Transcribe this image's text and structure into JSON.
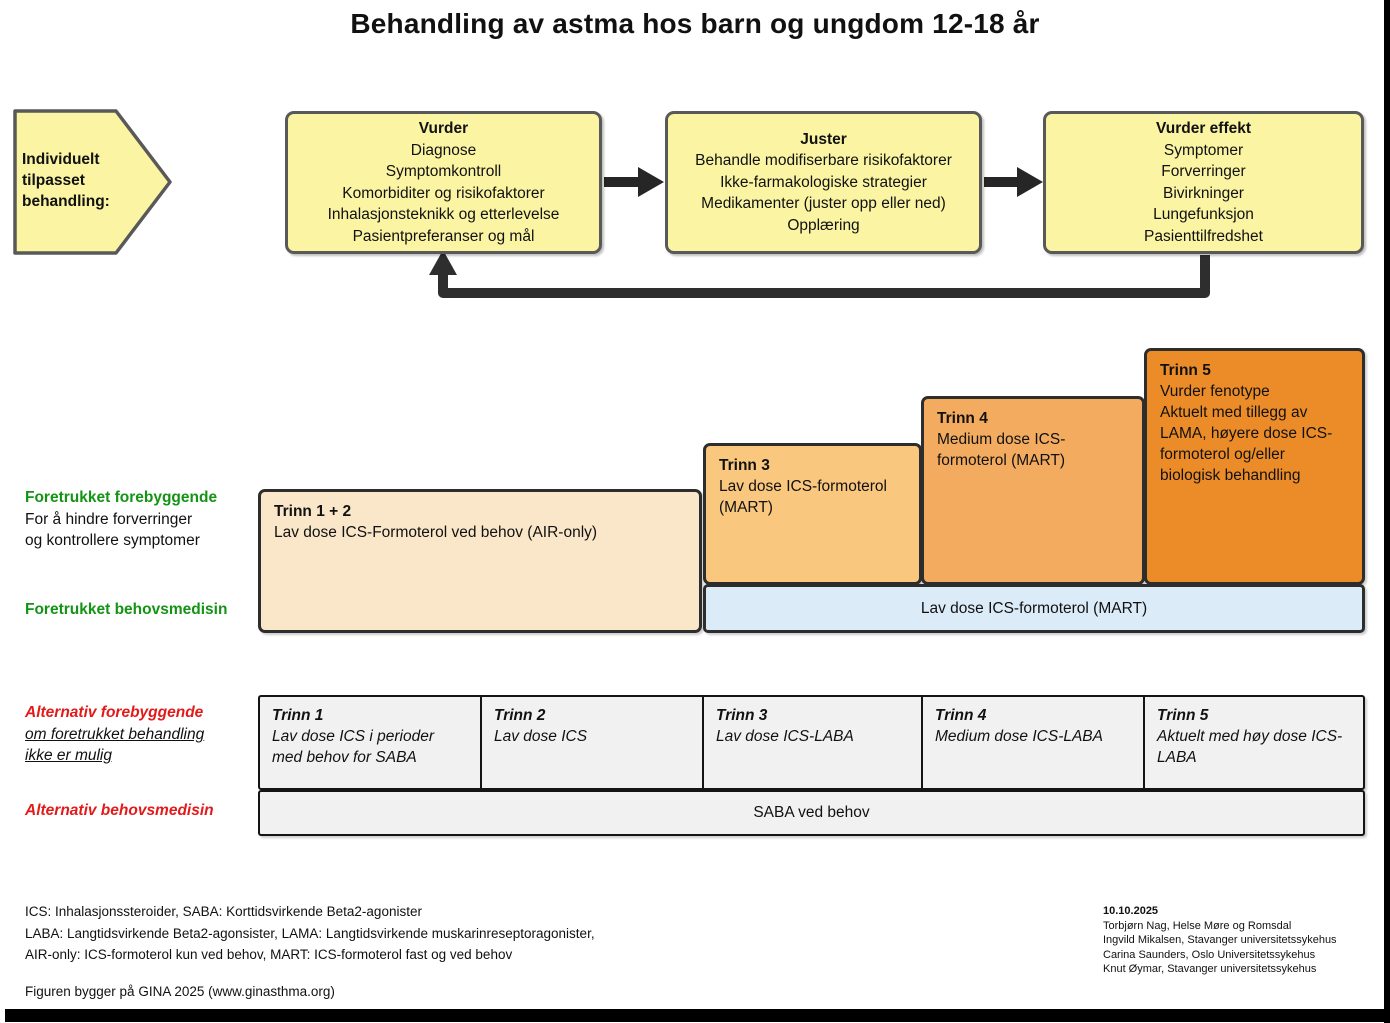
{
  "title": "Behandling av astma hos barn og ungdom 12-18 år",
  "lead_label": {
    "lines": [
      "Individuelt",
      "tilpasset",
      "behandling:"
    ]
  },
  "flow": {
    "boxes": [
      {
        "title": "Vurder",
        "lines": [
          "Diagnose",
          "Symptomkontroll",
          "Komorbiditer og risikofaktorer",
          "Inhalasjonsteknikk og etterlevelse",
          "Pasientpreferanser og mål"
        ]
      },
      {
        "title": "Juster",
        "lines": [
          "Behandle modifiserbare risikofaktorer",
          "Ikke-farmakologiske strategier",
          "Medikamenter (juster opp eller ned)",
          "Opplæring"
        ]
      },
      {
        "title": "Vurder effekt",
        "lines": [
          "Symptomer",
          "Forverringer",
          "Bivirkninger",
          "Lungefunksjon",
          "Pasienttilfredshet"
        ]
      }
    ]
  },
  "preferred": {
    "label_controller": "Foretrukket forebyggende",
    "label_controller_sub1": "For å hindre forverringer",
    "label_controller_sub2": "og kontrollere symptomer",
    "label_reliever": "Foretrukket behovsmedisin",
    "steps": [
      {
        "title": "Trinn 1 + 2",
        "lines": [
          "Lav dose ICS-Formoterol ved behov (AIR-only)"
        ]
      },
      {
        "title": "Trinn 3",
        "lines": [
          "Lav dose ICS-formoterol (MART)"
        ]
      },
      {
        "title": "Trinn 4",
        "lines": [
          "Medium dose ICS-formoterol (MART)"
        ]
      },
      {
        "title": "Trinn 5",
        "lines": [
          "Vurder fenotype",
          "Aktuelt med tillegg av LAMA, høyere dose ICS-formoterol og/eller biologisk behandling"
        ]
      }
    ],
    "reliever_bar": "Lav dose ICS-formoterol (MART)"
  },
  "alternative": {
    "label_controller": "Alternativ forebyggende",
    "label_controller_sub1": "om foretrukket behandling",
    "label_controller_sub2": "ikke er mulig",
    "label_reliever": "Alternativ behovsmedisin",
    "steps": [
      {
        "title": "Trinn 1",
        "body": "Lav dose ICS i perioder med behov for SABA"
      },
      {
        "title": "Trinn 2",
        "body": "Lav dose ICS"
      },
      {
        "title": "Trinn 3",
        "body": "Lav dose ICS-LABA"
      },
      {
        "title": "Trinn 4",
        "body": "Medium dose ICS-LABA"
      },
      {
        "title": "Trinn 5",
        "body": "Aktuelt med høy dose ICS-LABA"
      }
    ],
    "reliever_bar": "SABA ved behov"
  },
  "footnotes": {
    "line1": "ICS: Inhalasjonssteroider, SABA: Korttidsvirkende Beta2-agonister",
    "line2": "LABA: Langtidsvirkende Beta2-agonsister, LAMA: Langtidsvirkende muskarinreseptoragonister,",
    "line3": "AIR-only: ICS-formoterol kun ved behov, MART: ICS-formoterol fast og ved behov",
    "source": "Figuren bygger på GINA 2025 (www.ginasthma.org)"
  },
  "credits": {
    "date": "10.10.2025",
    "lines": [
      "Torbjørn Nag, Helse Møre og Romsdal",
      "Ingvild Mikalsen, Stavanger universitetssykehus",
      "Carina Saunders, Oslo Universitetssykehus",
      "Knut Øymar, Stavanger universitetssykehus"
    ]
  },
  "colors": {
    "flow_box_yellow": "#FBF5A3",
    "step_1_2": "#FAE7C9",
    "step_3": "#F9C77D",
    "step_4": "#F3AC5F",
    "step_5": "#EC8C28",
    "reliever_blue": "#DCEBF8",
    "alt_gray": "#F1F1F2",
    "green_label": "#149414",
    "red_label": "#E21A1A"
  }
}
